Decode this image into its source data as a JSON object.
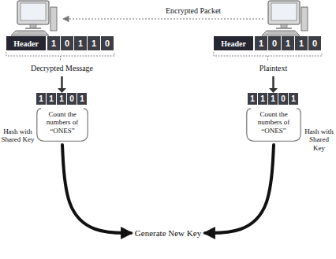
{
  "diagram": {
    "nodes": [
      {
        "text": [
          "Header"
        ]
      },
      {
        "text": [
          "1"
        ]
      },
      {
        "text": [
          "0"
        ]
      },
      {
        "text": [
          "1"
        ]
      },
      {
        "text": [
          "1"
        ]
      },
      {
        "text": [
          "0"
        ]
      },
      {
        "text": [
          "Header"
        ]
      },
      {
        "text": [
          "1"
        ]
      },
      {
        "text": [
          "0"
        ]
      },
      {
        "text": [
          "1"
        ]
      },
      {
        "text": [
          "1"
        ]
      },
      {
        "text": [
          "0"
        ]
      },
      {
        "text": [
          "1"
        ]
      },
      {
        "text": [
          "1"
        ]
      },
      {
        "text": [
          "1"
        ]
      },
      {
        "text": [
          "0"
        ]
      },
      {
        "text": [
          "1"
        ]
      },
      {
        "text": [
          "1"
        ]
      },
      {
        "text": [
          "1"
        ]
      },
      {
        "text": [
          "1"
        ]
      },
      {
        "text": [
          "0"
        ]
      },
      {
        "text": [
          "1"
        ]
      },
      {
        "text": [
          "Count the numbers of “ONES”"
        ]
      },
      {
        "text": [
          "Count the numbers of “ONES”"
        ]
      }
    ],
    "labels": [
      "Encrypted Packet",
      "Decrypted Message",
      "Plaintext",
      "Hash with Shared Key",
      "Hash with Shared Key",
      "Generate New Key"
    ]
  }
}
